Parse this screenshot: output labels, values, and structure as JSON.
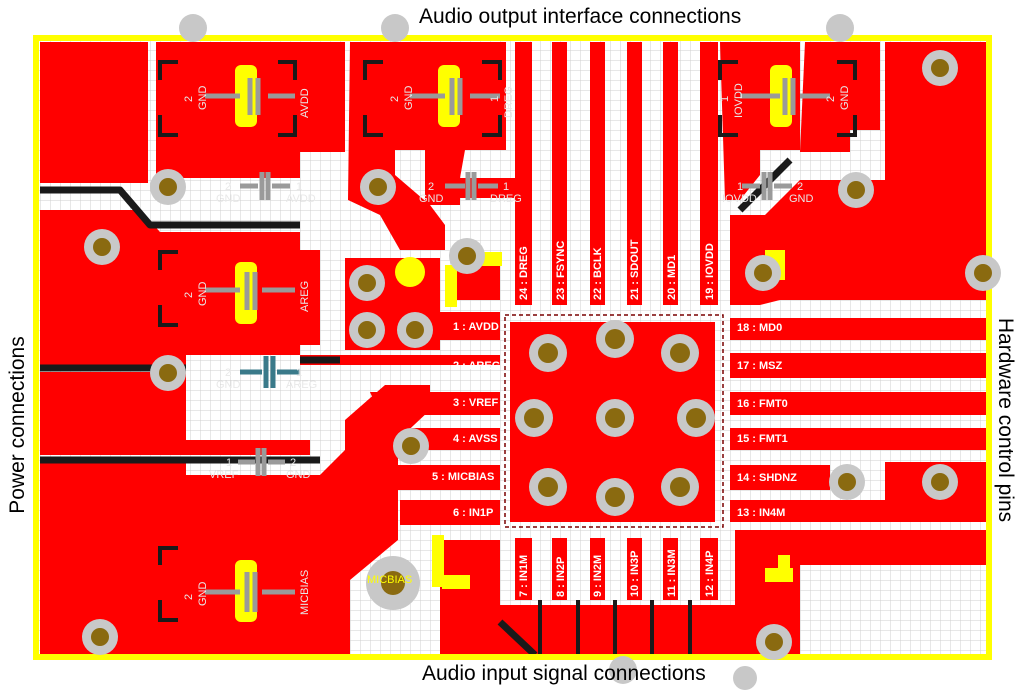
{
  "captions": {
    "top": "Audio output interface connections",
    "bottom": "Audio input signal connections",
    "left": "Power connections",
    "right": "Hardware control pins"
  },
  "pins": {
    "p1": "1 : AVDD",
    "p2": "2 : AREG",
    "p3": "3 : VREF",
    "p4": "4 : AVSS",
    "p5": "5 : MICBIAS",
    "p6": "6 : IN1P",
    "p7": "7 : IN1M",
    "p8": "8 : IN2P",
    "p9": "9 : IN2M",
    "p10": "10 : IN3P",
    "p11": "11 : IN3M",
    "p12": "12 : IN4P",
    "p13": "13 : IN4M",
    "p14": "14 : SHDNZ",
    "p15": "15 : FMT1",
    "p16": "16 : FMT0",
    "p17": "17 : MSZ",
    "p18": "18 : MD0",
    "p19": "19 : IOVDD",
    "p20": "20 : MD1",
    "p21": "21 : SDOUT",
    "p22": "22 : BCLK",
    "p23": "23 : FSYNC",
    "p24": "24 : DREG"
  },
  "silk": {
    "gnd": "GND",
    "avdd": "AVDD",
    "dreg": "DREG",
    "iovdd": "IOVDD",
    "areg": "AREG",
    "vref": "VREF",
    "micbias": "MICBIAS",
    "n1": "1",
    "n2": "2"
  },
  "colors": {
    "board": "#ffffff",
    "grid": "#cfcfcf",
    "copper": "#ff0000",
    "outline": "#ffff00",
    "via_ring": "#c8c8c8",
    "via_hole": "#8a6a10",
    "cap_gray": "#9a9a9a",
    "cap_teal": "#3a7a8a"
  }
}
